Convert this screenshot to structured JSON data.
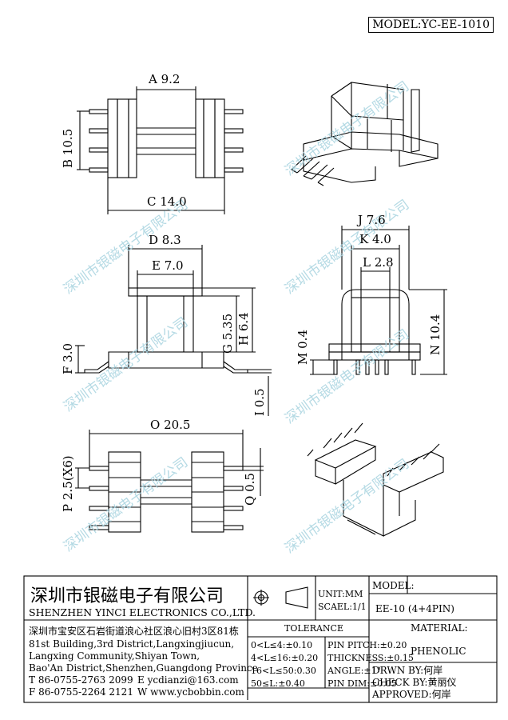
{
  "model_label": "MODEL:YC-EE-1010",
  "dims": {
    "A": "A 9.2",
    "B": "B 10.5",
    "C": "C 14.0",
    "D": "D 8.3",
    "E": "E 7.0",
    "F": "F 3.0",
    "G": "G 5.35",
    "H": "H 6.4",
    "I": "I 0.5",
    "J": "J 7.6",
    "K": "K 4.0",
    "L": "L 2.8",
    "M": "M 0.4",
    "N": "N 10.4",
    "O": "O 20.5",
    "P": "P 2.5(X6)",
    "Q": "Q 0.5"
  },
  "watermark": "深圳市银磁电子有限公司",
  "company": {
    "name_cn": "深圳市银磁电子有限公司",
    "name_en": "SHENZHEN YINCI ELECTRONICS CO.,LTD.",
    "addr_cn": "深圳市宝安区石岩街道浪心社区浪心旧村3区81栋",
    "addr_en1": "81st Building,3rd District,Langxingjiucun,",
    "addr_en2": "Langxing Community,Shiyan Town,",
    "addr_en3": "Bao'An District,Shenzhen,Guangdong Province",
    "tel": "T 86-0755-2763 2099",
    "email": "E ycdianzi@163.com",
    "fax": "F 86-0755-2264 2121",
    "web": "W www.ycbobbin.com"
  },
  "unit": "UNIT:MM",
  "scale": "SCAEL:1/1",
  "model_head": "MODEL:",
  "model_value": "EE-10 (4+4PIN)",
  "tolerance_title": "TOLERANCE",
  "tol": [
    "0<L≤4:±0.10",
    "4<L≤16:±0.20",
    "16<L≤50:0.30",
    "50≤L:±0.40"
  ],
  "pin": [
    "PIN PITCH:±0.20",
    "THICKNESS:±0.15",
    "ANGLE:±1°",
    "PIN DIM:±0.05"
  ],
  "material_head": "MATERIAL:",
  "material_value": "PHENOLIC",
  "drawn": "DRWN BY:何岸",
  "check": "CHECK BY:黄丽仪",
  "approved": "APPROVED:何岸"
}
